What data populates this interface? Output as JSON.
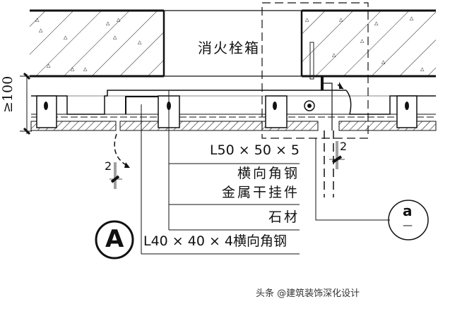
{
  "drawing": {
    "cabinet_label": "消火栓箱",
    "dimension_label": "≥100",
    "callouts": [
      {
        "id": "angle-50",
        "text": "L50 × 50 × 5"
      },
      {
        "id": "angle-transverse",
        "text": "横向角钢"
      },
      {
        "id": "metal-hanger",
        "text": "金属干挂件"
      },
      {
        "id": "stone",
        "text": "石材"
      },
      {
        "id": "angle-40",
        "text": "L40 × 40 × 4横向角钢"
      }
    ],
    "gap_labels": [
      "2",
      "2"
    ],
    "section_marker": "A",
    "detail_marker": {
      "top": "a",
      "bottom": "—"
    }
  },
  "watermark": "头条 @建筑装饰深化设计"
}
